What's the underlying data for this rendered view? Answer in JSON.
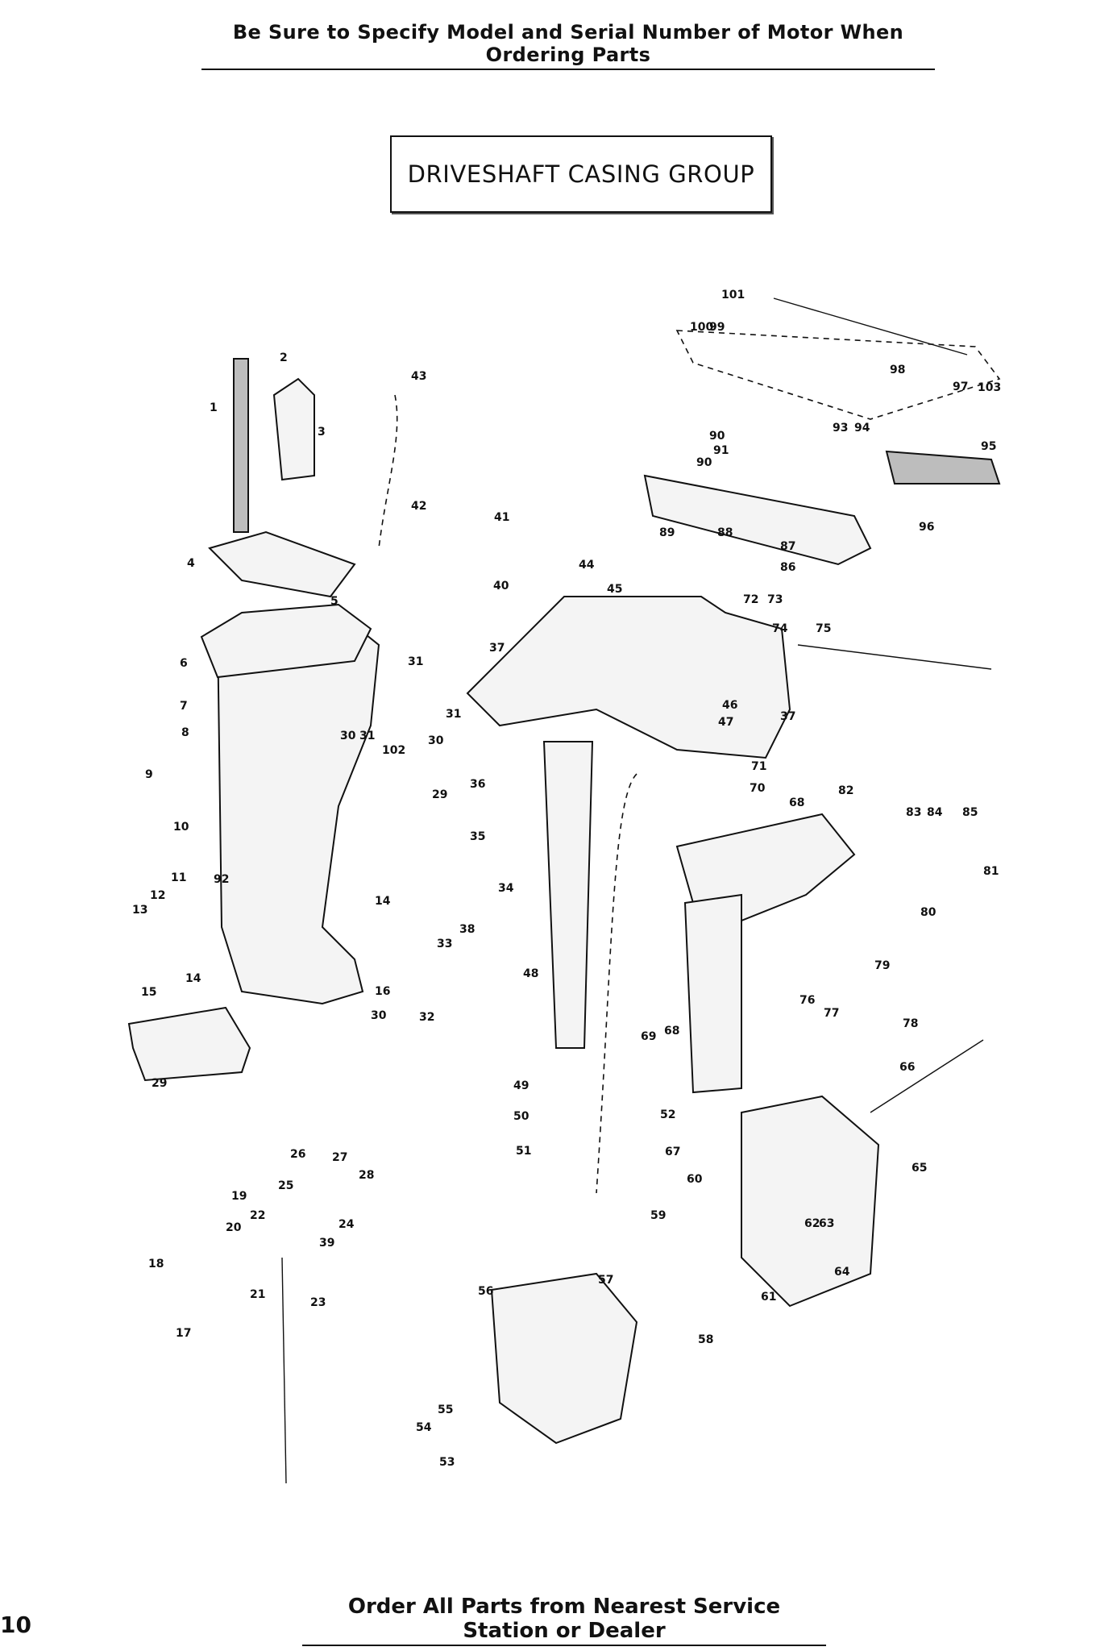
{
  "header": {
    "top_note": "Be Sure to Specify Model and Serial Number of Motor When Ordering Parts",
    "title": "DRIVESHAFT CASING GROUP"
  },
  "footer": {
    "bottom_note": "Order All Parts from Nearest Service Station or Dealer",
    "page_number": "10"
  },
  "diagram": {
    "labels": [
      "1",
      "2",
      "3",
      "4",
      "5",
      "6",
      "7",
      "8",
      "9",
      "10",
      "11",
      "12",
      "13",
      "14",
      "14",
      "15",
      "16",
      "17",
      "18",
      "19",
      "20",
      "21",
      "22",
      "23",
      "24",
      "25",
      "26",
      "27",
      "28",
      "29",
      "29",
      "30",
      "30",
      "30",
      "31",
      "31",
      "31",
      "32",
      "33",
      "34",
      "35",
      "36",
      "37",
      "37",
      "38",
      "39",
      "40",
      "41",
      "42",
      "43",
      "44",
      "45",
      "46",
      "47",
      "48",
      "49",
      "50",
      "51",
      "52",
      "53",
      "54",
      "55",
      "56",
      "57",
      "58",
      "59",
      "60",
      "61",
      "62",
      "63",
      "64",
      "65",
      "66",
      "67",
      "68",
      "68",
      "69",
      "70",
      "71",
      "72",
      "73",
      "74",
      "75",
      "76",
      "77",
      "78",
      "79",
      "80",
      "81",
      "82",
      "83",
      "84",
      "85",
      "86",
      "87",
      "88",
      "89",
      "90",
      "90",
      "91",
      "92",
      "93",
      "94",
      "95",
      "96",
      "97",
      "98",
      "99",
      "100",
      "101",
      "102",
      "103"
    ]
  }
}
